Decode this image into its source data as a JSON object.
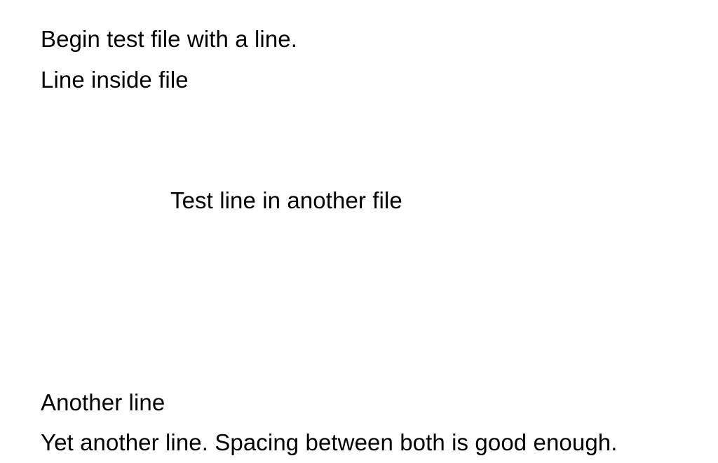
{
  "document": {
    "background_color": "#ffffff",
    "text_color": "#000000",
    "lines": [
      {
        "text": "Begin test file with a line.",
        "indented": false,
        "blank": false
      },
      {
        "text": "Line inside file",
        "indented": false,
        "blank": false
      },
      {
        "text": "",
        "indented": false,
        "blank": true
      },
      {
        "text": "",
        "indented": false,
        "blank": true
      },
      {
        "text": "Test line in another file",
        "indented": true,
        "blank": false
      },
      {
        "text": "",
        "indented": false,
        "blank": true
      },
      {
        "text": "",
        "indented": false,
        "blank": true
      },
      {
        "text": "",
        "indented": false,
        "blank": true
      },
      {
        "text": "",
        "indented": false,
        "blank": true
      },
      {
        "text": "Another line",
        "indented": false,
        "blank": false
      },
      {
        "text": "Yet another line. Spacing between both is good enough.",
        "indented": false,
        "blank": false
      }
    ]
  }
}
